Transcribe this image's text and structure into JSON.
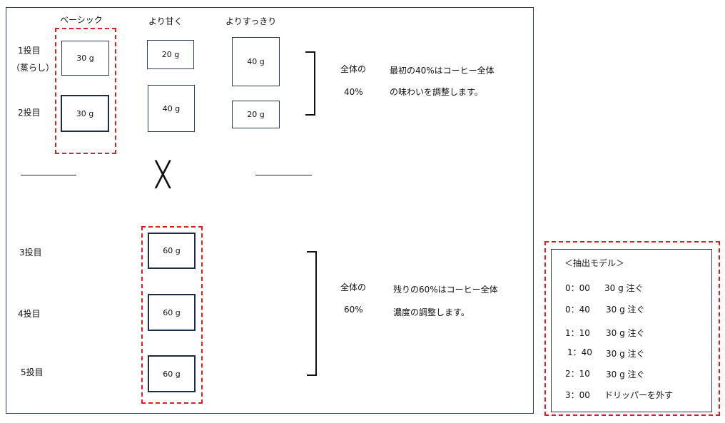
{
  "columns": [
    "ベーシック",
    "より甘く",
    "よりすっきり"
  ],
  "rows": {
    "pour1": [
      "1投目",
      "（蒸らし）"
    ],
    "pour2": "2投目",
    "pour3": "3投目",
    "pour4": "4投目",
    "pour5": "5投目"
  },
  "boxes": {
    "basic_1": "30 g",
    "basic_2": "30 g",
    "sweet_1": "20 g",
    "sweet_2": "40 g",
    "clear_1": "40 g",
    "clear_2": "20 g",
    "later_3": "60 g",
    "later_4": "60 g",
    "later_5": "60 g"
  },
  "cross_symbol": "╳",
  "groups": {
    "first": {
      "label": [
        "全体の",
        "40%"
      ],
      "note": [
        "最初の40%はコーヒー全体",
        "の味わいを調整します。"
      ]
    },
    "second": {
      "label": [
        "全体の",
        "60%"
      ],
      "note": [
        "残りの60%はコーヒー全体",
        "濃度の調整します。"
      ]
    }
  },
  "model": {
    "title": "＜抽出モデル＞",
    "steps": [
      {
        "time": "0：00",
        "action": "30 g 注ぐ"
      },
      {
        "time": "0：40",
        "action": "30 g 注ぐ"
      },
      {
        "time": "1：10",
        "action": "30 g 注ぐ"
      },
      {
        "time": "1：40",
        "action": "30 g 注ぐ"
      },
      {
        "time": "2：10",
        "action": "30 g 注ぐ"
      },
      {
        "time": "3：00",
        "action": "ドリッパーを外す"
      }
    ]
  },
  "colors": {
    "frame": "#2b3a55",
    "highlight_dash": "#e02020"
  }
}
